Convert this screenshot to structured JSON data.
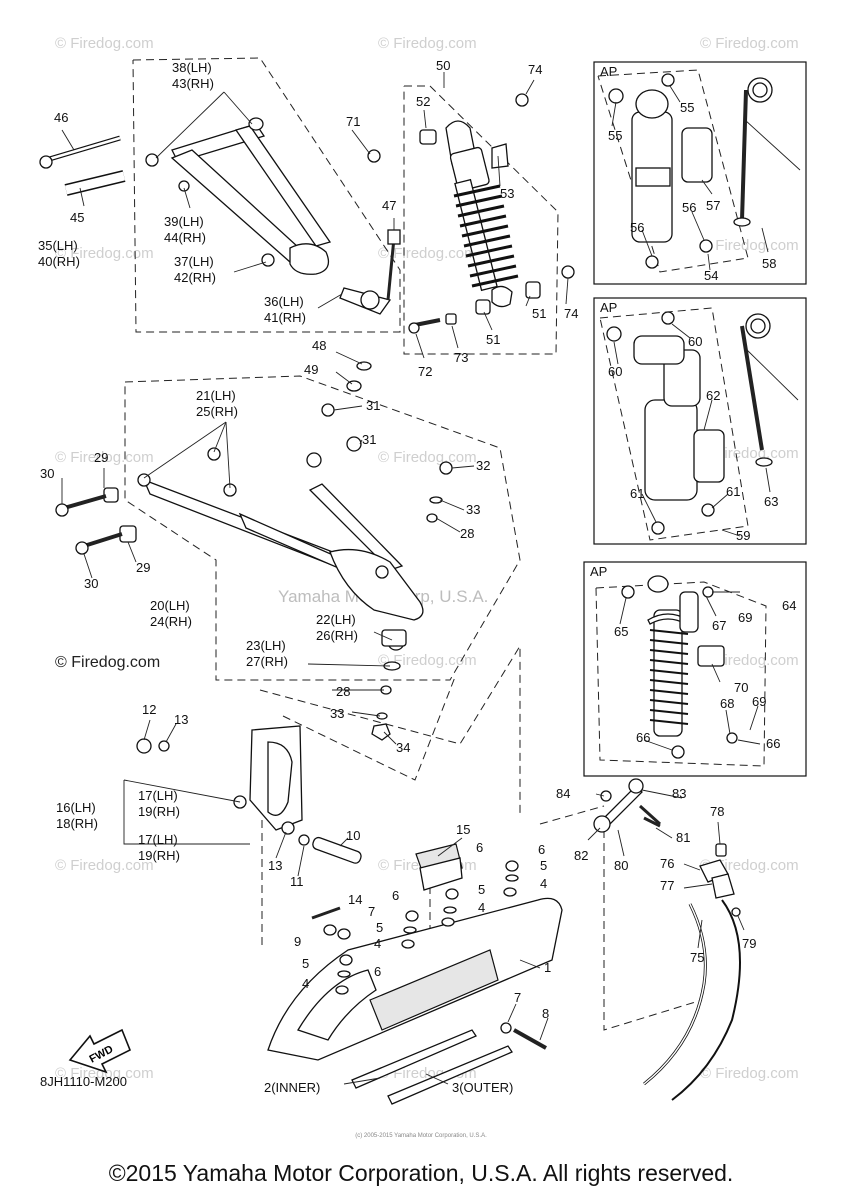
{
  "watermarks": {
    "firedog": "© Firedog.com",
    "center": "Yamaha Motor Corp, U.S.A."
  },
  "diagram_code": "8JH1110-M200",
  "fwd_label": "FWD",
  "ap_label": "AP",
  "footer": {
    "copyright": "©2015 Yamaha Motor Corporation, U.S.A. All rights reserved.",
    "small_credit": "(c) 2005-2015 Yamaha Motor Corporation, U.S.A."
  },
  "labels": {
    "l1": "1",
    "l2": "2(INNER)",
    "l3": "3(OUTER)",
    "l4a": "4",
    "l4b": "4",
    "l4c": "4",
    "l4d": "4",
    "l5a": "5",
    "l5b": "5",
    "l5c": "5",
    "l5d": "5",
    "l6a": "6",
    "l6b": "6",
    "l6c": "6",
    "l6d": "6",
    "l7a": "7",
    "l7b": "7",
    "l8": "8",
    "l9": "9",
    "l10": "10",
    "l11": "11",
    "l12": "12",
    "l13a": "13",
    "l13b": "13",
    "l14": "14",
    "l15": "15",
    "l16": "16(LH)",
    "l18": "18(RH)",
    "l17a": "17(LH)",
    "l19a": "19(RH)",
    "l17b": "17(LH)",
    "l19b": "19(RH)",
    "l20": "20(LH)",
    "l24": "24(RH)",
    "l21": "21(LH)",
    "l25": "25(RH)",
    "l22": "22(LH)",
    "l26": "26(RH)",
    "l23": "23(LH)",
    "l27": "27(RH)",
    "l28a": "28",
    "l28b": "28",
    "l29a": "29",
    "l29b": "29",
    "l30a": "30",
    "l30b": "30",
    "l31a": "31",
    "l31b": "31",
    "l32": "32",
    "l33a": "33",
    "l33b": "33",
    "l34": "34",
    "l35": "35(LH)",
    "l40": "40(RH)",
    "l36": "36(LH)",
    "l41": "41(RH)",
    "l37": "37(LH)",
    "l42": "42(RH)",
    "l38": "38(LH)",
    "l43": "43(RH)",
    "l39": "39(LH)",
    "l44": "44(RH)",
    "l45": "45",
    "l46": "46",
    "l47": "47",
    "l48": "48",
    "l49": "49",
    "l50": "50",
    "l51a": "51",
    "l51b": "51",
    "l52": "52",
    "l53": "53",
    "l54": "54",
    "l55a": "55",
    "l55b": "55",
    "l56a": "56",
    "l56b": "56",
    "l57": "57",
    "l58": "58",
    "l59": "59",
    "l60a": "60",
    "l60b": "60",
    "l61a": "61",
    "l61b": "61",
    "l62": "62",
    "l63": "63",
    "l64": "64",
    "l65": "65",
    "l66a": "66",
    "l66b": "66",
    "l67": "67",
    "l68": "68",
    "l69a": "69",
    "l69b": "69",
    "l70": "70",
    "l71": "71",
    "l72": "72",
    "l73": "73",
    "l74a": "74",
    "l74b": "74",
    "l75": "75",
    "l76": "76",
    "l77": "77",
    "l78": "78",
    "l79": "79",
    "l80": "80",
    "l81": "81",
    "l82": "82",
    "l83": "83",
    "l84": "84"
  }
}
